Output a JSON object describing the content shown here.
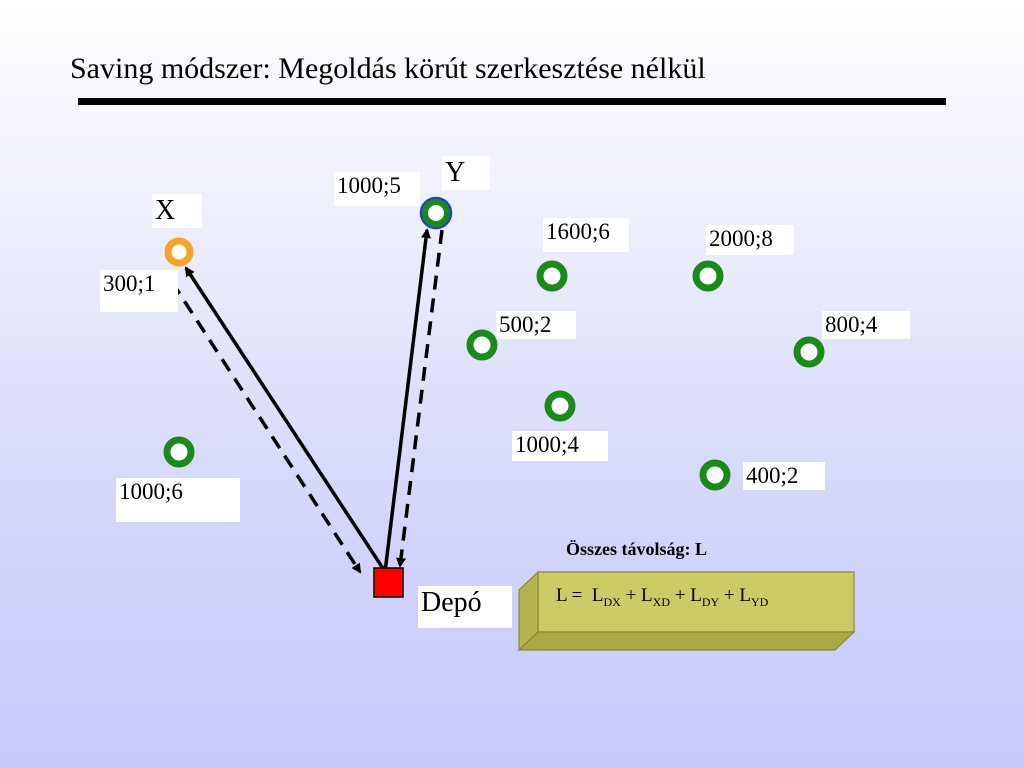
{
  "title": "Saving módszer: Megoldás körút szerkesztése nélkül",
  "nodes": {
    "x_name": "X",
    "x_value": "300;1",
    "y_name": "Y",
    "y_value": "1000;5",
    "n1600": "1600;6",
    "n2000": "2000;8",
    "n500": "500;2",
    "n800": "800;4",
    "n1000_4": "1000;4",
    "n400": "400;2",
    "n1000_6": "1000;6",
    "depot": "Depó"
  },
  "formula": {
    "caption": "Összes távolság: L",
    "lhs": "L =",
    "t1": "L",
    "t1_sub": "DX",
    "plus1": "+",
    "t2": "L",
    "t2_sub": "XD",
    "plus2": "+",
    "t3": "L",
    "t3_sub": "DY",
    "plus3": "+",
    "t4": "L",
    "t4_sub": "YD"
  },
  "colors": {
    "customer_ring": "#1a8a1a",
    "x_ring": "#f5a32a",
    "y_ring": "#1a8a1a",
    "y_outline": "#1f3fd0",
    "depot_fill": "#ff0000",
    "formula_box": "#cccc66"
  }
}
